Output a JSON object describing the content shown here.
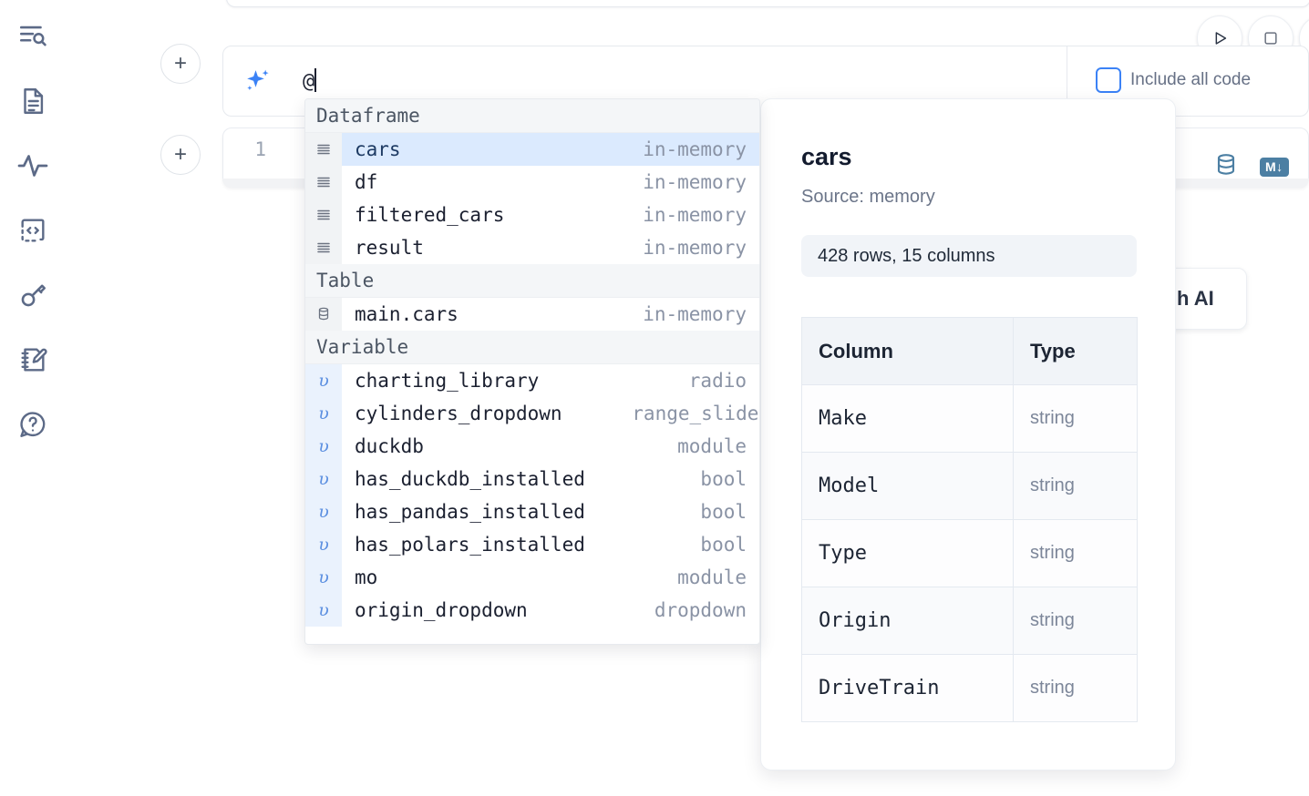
{
  "sidebar": {
    "items": [
      {
        "name": "explore-icon",
        "label": "Explore"
      },
      {
        "name": "document-icon",
        "label": "Documentation"
      },
      {
        "name": "activity-icon",
        "label": "Activity"
      },
      {
        "name": "code-icon",
        "label": "Snippets"
      },
      {
        "name": "key-icon",
        "label": "Secrets"
      },
      {
        "name": "notebook-edit-icon",
        "label": "Scratchpad"
      },
      {
        "name": "help-icon",
        "label": "Help"
      }
    ]
  },
  "toolbar": {
    "add_label": "+",
    "run_label": "▷",
    "stop_label": "□",
    "include_all_code_label": "Include all code",
    "include_all_code_checked": false
  },
  "ai_prompt": {
    "value": "@",
    "placeholder": "",
    "sparkle_icon": "sparkle-icon"
  },
  "code_cell": {
    "line_number": "1",
    "database_icon": "database-icon",
    "markdown_badge": "M↓"
  },
  "ai_chip": {
    "label": "h AI"
  },
  "autocomplete": {
    "groups": [
      {
        "label": "Dataframe",
        "items": [
          {
            "icon": "dataframe-icon",
            "name": "cars",
            "type": "in-memory",
            "selected": true
          },
          {
            "icon": "dataframe-icon",
            "name": "df",
            "type": "in-memory",
            "selected": false
          },
          {
            "icon": "dataframe-icon",
            "name": "filtered_cars",
            "type": "in-memory",
            "selected": false
          },
          {
            "icon": "dataframe-icon",
            "name": "result",
            "type": "in-memory",
            "selected": false
          }
        ]
      },
      {
        "label": "Table",
        "items": [
          {
            "icon": "table-icon",
            "name": "main.cars",
            "type": "in-memory",
            "selected": false
          }
        ]
      },
      {
        "label": "Variable",
        "items": [
          {
            "icon": "variable-icon",
            "name": "charting_library",
            "type": "radio",
            "selected": false
          },
          {
            "icon": "variable-icon",
            "name": "cylinders_dropdown",
            "type": "range_slider",
            "selected": false
          },
          {
            "icon": "variable-icon",
            "name": "duckdb",
            "type": "module",
            "selected": false
          },
          {
            "icon": "variable-icon",
            "name": "has_duckdb_installed",
            "type": "bool",
            "selected": false
          },
          {
            "icon": "variable-icon",
            "name": "has_pandas_installed",
            "type": "bool",
            "selected": false
          },
          {
            "icon": "variable-icon",
            "name": "has_polars_installed",
            "type": "bool",
            "selected": false
          },
          {
            "icon": "variable-icon",
            "name": "mo",
            "type": "module",
            "selected": false
          },
          {
            "icon": "variable-icon",
            "name": "origin_dropdown",
            "type": "dropdown",
            "selected": false
          }
        ]
      }
    ]
  },
  "preview": {
    "title": "cars",
    "source": "Source: memory",
    "stats": "428 rows, 15 columns",
    "columns_header": {
      "column": "Column",
      "type": "Type"
    },
    "rows": [
      {
        "column": "Make",
        "type": "string"
      },
      {
        "column": "Model",
        "type": "string"
      },
      {
        "column": "Type",
        "type": "string"
      },
      {
        "column": "Origin",
        "type": "string"
      },
      {
        "column": "DriveTrain",
        "type": "string"
      }
    ]
  },
  "colors": {
    "accent_blue": "#3b82f6",
    "selected_row": "#dbeafe",
    "group_header_bg": "#f4f6f8",
    "icon_gray": "#5c6a87",
    "badge_blue": "#4c7fa3"
  }
}
